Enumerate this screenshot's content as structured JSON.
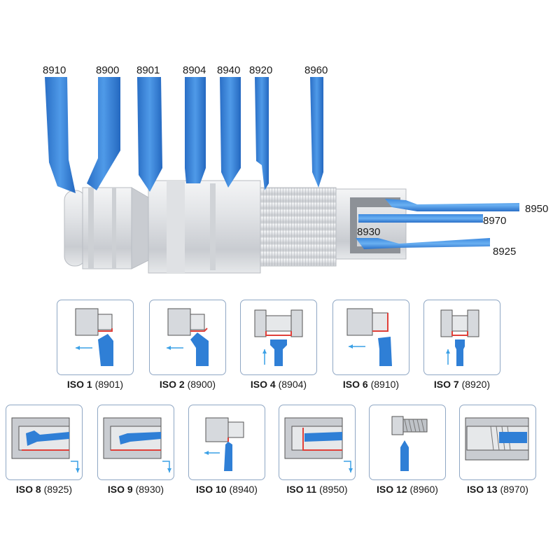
{
  "tool_labels": {
    "t8910": "8910",
    "t8900": "8900",
    "t8901": "8901",
    "t8904": "8904",
    "t8940": "8940",
    "t8920": "8920",
    "t8960": "8960",
    "t8950": "8950",
    "t8970": "8970",
    "t8930": "8930",
    "t8925": "8925"
  },
  "cards": [
    {
      "iso": "ISO 1",
      "code": "(8901)"
    },
    {
      "iso": "ISO 2",
      "code": "(8900)"
    },
    {
      "iso": "ISO 4",
      "code": "(8904)"
    },
    {
      "iso": "ISO 6",
      "code": "(8910)"
    },
    {
      "iso": "ISO 7",
      "code": "(8920)"
    },
    {
      "iso": "ISO 8",
      "code": "(8925)"
    },
    {
      "iso": "ISO 9",
      "code": "(8930)"
    },
    {
      "iso": "ISO 10",
      "code": "(8940)"
    },
    {
      "iso": "ISO 11",
      "code": "(8950)"
    },
    {
      "iso": "ISO 12",
      "code": "(8960)"
    },
    {
      "iso": "ISO 13",
      "code": "(8970)"
    }
  ],
  "colors": {
    "tool_blue": "#2f7fd6",
    "tool_blue_light": "#5aa6ee",
    "workpiece_gray": "#d6d9dd",
    "cut_line_red": "#e0403a",
    "feed_arrow": "#3aa0e6",
    "card_border": "#8fa7c4"
  }
}
